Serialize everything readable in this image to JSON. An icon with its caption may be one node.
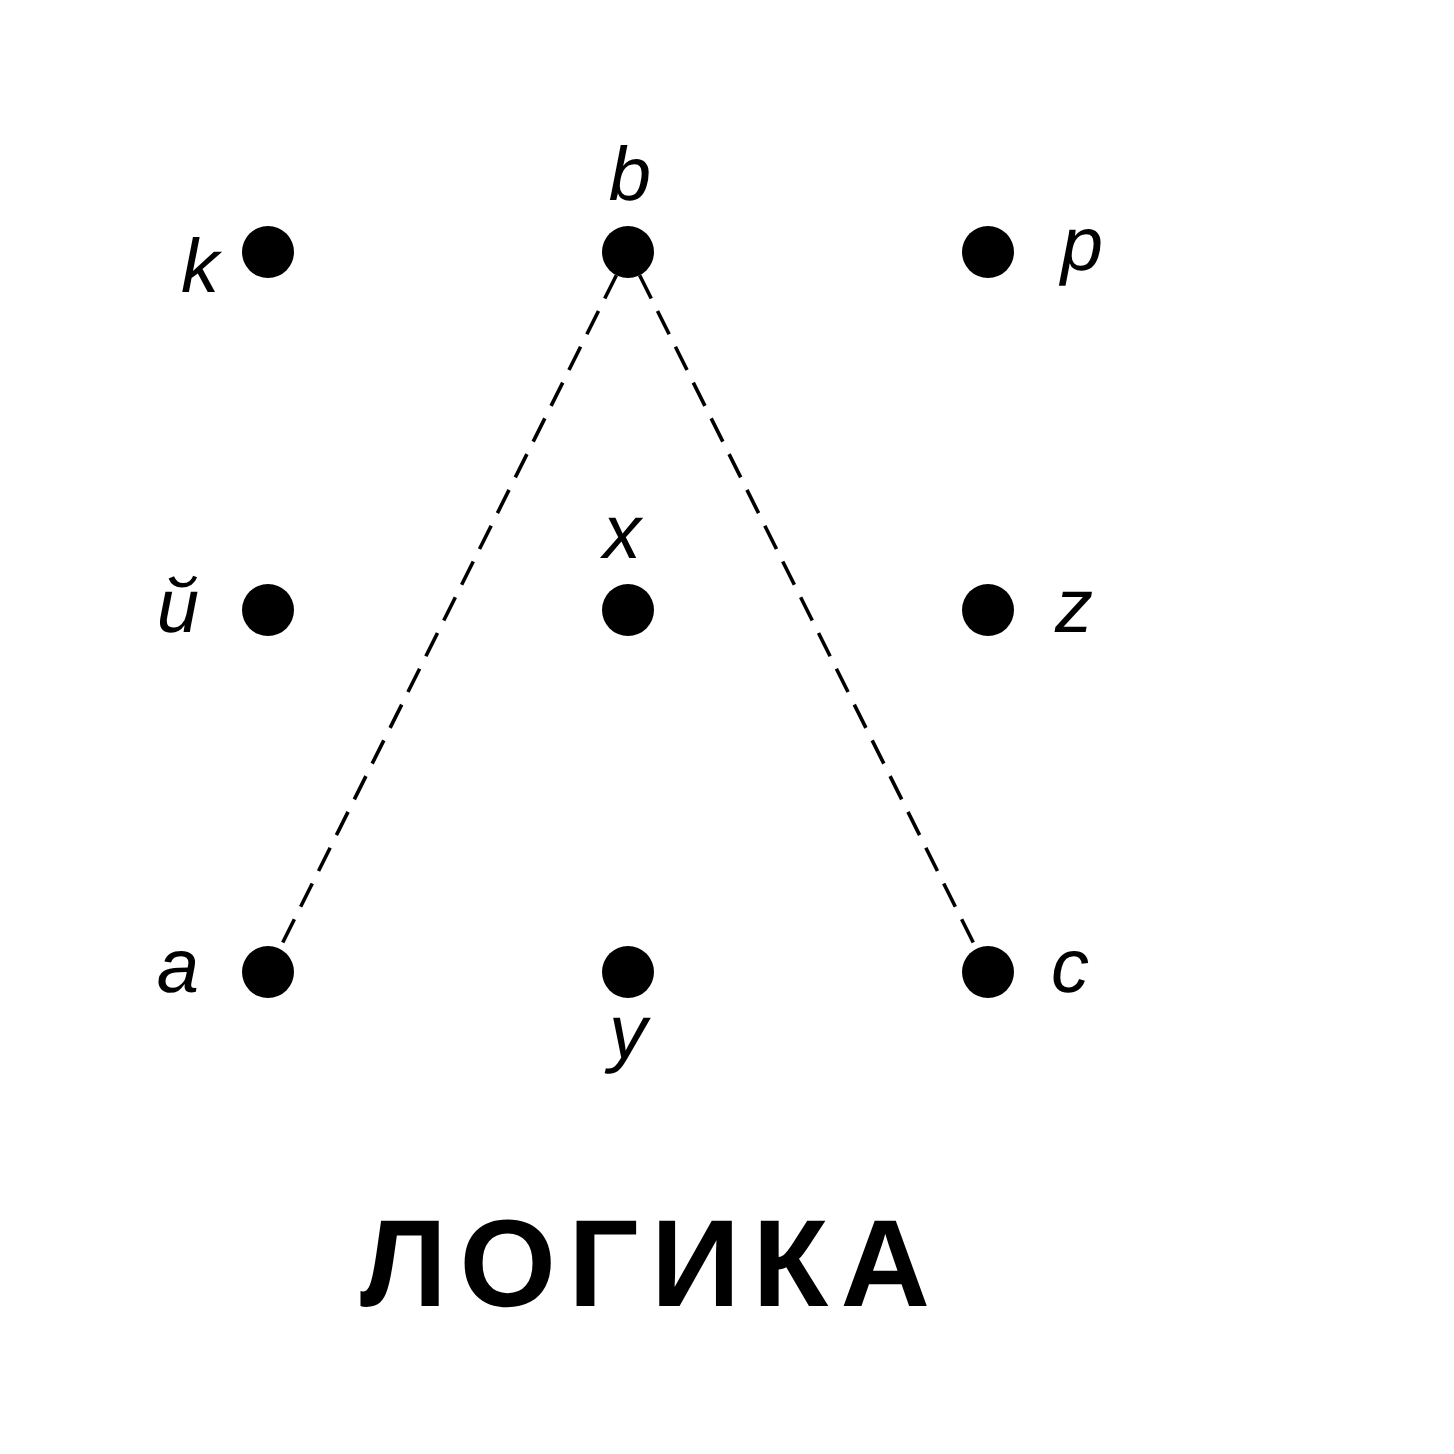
{
  "diagram": {
    "title": "ЛОГИКА",
    "nodes": [
      {
        "text": [],
        "shape": "circle",
        "beside": [
          "k"
        ]
      },
      {
        "text": [],
        "shape": "circle",
        "beside": [
          "b"
        ]
      },
      {
        "text": [],
        "shape": "circle",
        "beside": [
          "p"
        ]
      },
      {
        "text": [],
        "shape": "circle",
        "beside": [
          "й"
        ]
      },
      {
        "text": [],
        "shape": "circle",
        "beside": [
          "x"
        ]
      },
      {
        "text": [],
        "shape": "circle",
        "beside": [
          "z"
        ]
      },
      {
        "text": [],
        "shape": "circle",
        "beside": [
          "a"
        ]
      },
      {
        "text": [],
        "shape": "circle",
        "beside": [
          "y"
        ]
      },
      {
        "text": [],
        "shape": "circle",
        "beside": [
          "c"
        ]
      }
    ],
    "edges": [
      {
        "from": 1,
        "to": 6,
        "arrow": "none",
        "style": "dashed"
      },
      {
        "from": 1,
        "to": 8,
        "arrow": "none",
        "style": "dashed"
      }
    ]
  }
}
